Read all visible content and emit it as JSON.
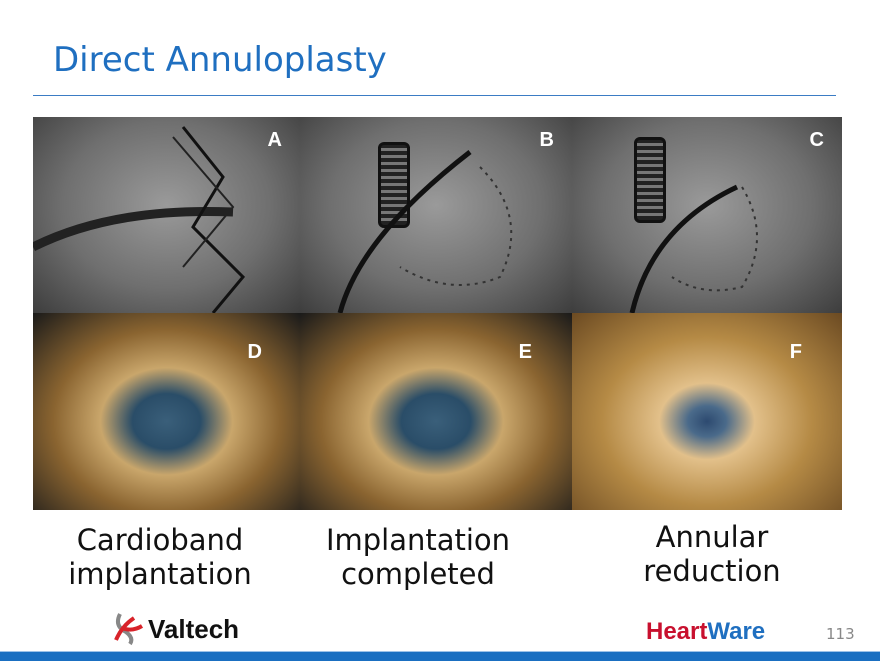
{
  "title": "Direct Annuloplasty",
  "panels": [
    {
      "letter": "A"
    },
    {
      "letter": "B"
    },
    {
      "letter": "C"
    },
    {
      "letter": "D"
    },
    {
      "letter": "E"
    },
    {
      "letter": "F"
    }
  ],
  "captions": [
    {
      "line1": "Cardioband",
      "line2": "implantation"
    },
    {
      "line1": "Implantation",
      "line2": "completed"
    },
    {
      "line1": "Annular",
      "line2": "reduction"
    }
  ],
  "logos": {
    "valtech": "Valtech",
    "heartware_part1": "Heart",
    "heartware_part2": "Ware"
  },
  "page_number": "113",
  "colors": {
    "accent": "#1f6fc0",
    "heartware_red": "#c8102e",
    "bar": "#1a6fc1"
  }
}
